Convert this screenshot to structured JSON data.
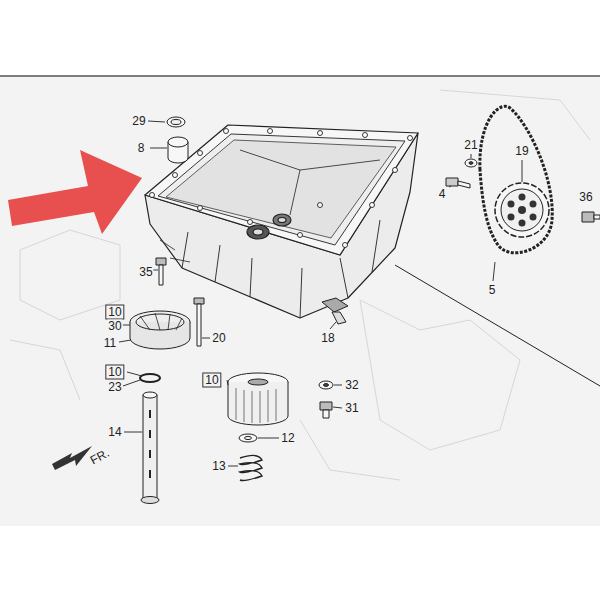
{
  "diagram": {
    "nodes": [
      {
        "text": [
          "10"
        ]
      },
      {
        "text": [
          "10"
        ]
      },
      {
        "text": [
          "10"
        ]
      }
    ],
    "labels": [
      "29",
      "8",
      "21",
      "4",
      "19",
      "36",
      "35",
      "5",
      "30",
      "11",
      "20",
      "18",
      "23",
      "32",
      "31",
      "14",
      "12",
      "13",
      "FR."
    ]
  }
}
